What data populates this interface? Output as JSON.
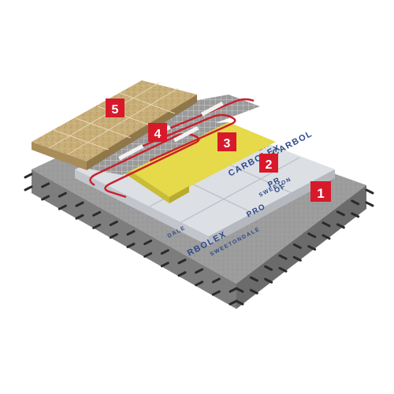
{
  "labels": [
    {
      "number": "1"
    },
    {
      "number": "2"
    },
    {
      "number": "3"
    },
    {
      "number": "4"
    },
    {
      "number": "5"
    }
  ],
  "board_text": {
    "carbolex": "CARBOLEX",
    "carbol": "CARBOL",
    "ex": "EX",
    "rbolex": "RBOLEX",
    "pro": "PRO",
    "pr": "PR",
    "of": "OF",
    "sweetondale": "SWEETONDALE",
    "sweeton": "SWEETON",
    "dale": "DALE"
  },
  "colors": {
    "marker_red": "#d7192a",
    "concrete": "#9a9a9a",
    "board": "#d8dde3",
    "brand_blue": "#2e4a8c",
    "membrane_yellow": "#e6d94a",
    "heating_cable": "#c8202a",
    "tile": "#c9b07a",
    "rebar": "#2a2a2a"
  }
}
